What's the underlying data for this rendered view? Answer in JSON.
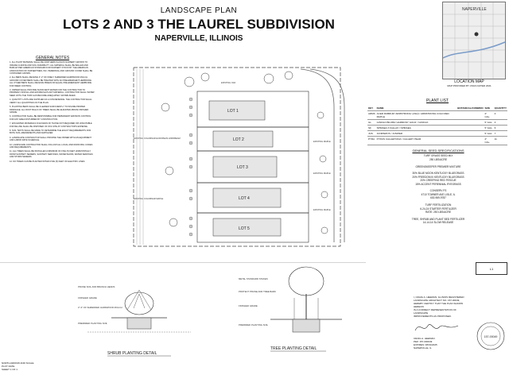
{
  "title": {
    "line1": "LANDSCAPE PLAN",
    "line2": "LOTS 2 AND 3  THE LAUREL SUBDIVISION",
    "line3": "NAPERVILLE, ILLINOIS"
  },
  "notes": {
    "heading": "GENERAL NOTES",
    "items": [
      "1. ALL PLANT MATERIAL SHALL BE NORTHERN ILLINOIS NURSERY GROWN TO INSURE CLIMATE AND SOIL DURABILITY. ALL MATERIAL SHALL BE BALLED AND BURLAP PER AMERICAN STANDARD FOR NURSERY STOCK BY THE AMERICAN ASSOCIATION OF NURSERYMEN, INC. PERENNIAL AND GROUND COVER SHALL BE CONTAINER GROWN.",
      "2. ALL BEDS SHALL RECEIVE 2\"-3\" OF FINELY SHREDDED HARDWOOD MULCH. GROUND COVER BEDS SHALL BE TREATED WITH AN PRE-EMERGENT HERBICIDE. ALL OTHER BEDS SHALL RECEIVE PREEN OR EQUAL PRE-EMERGENT HERBICIDE FOR WEED CONTROL.",
      "3. OWNER SHALL PROVIDE SUFFICIENT WATER FOR THE CONTRACTOR TO PROPERLY INSTALL AND ESTABLISH PLANT MATERIAL. CONTRACTOR SHALL WATER SEED UNTIL THE TURF HAS BECOME ADEQUATELY ESTABLISHED.",
      "4. QUANTITY LISTS ARE SUPPLIED AS A CONVENIENCE. THE CONTRACTOR SHALL VERIFY ALL QUANTITIES ON THE PLAN.",
      "5. PLANTING BEDS SHALL BE CLEARED SUFFICIENTLY TO INSURE PROPER DRAINAGE. ALL ROOT BALLS OF TREES SHALL BE ELEVATED ABOVE FINISHED GRADE.",
      "6. CONTRACTOR SHALL BE RESPONSIBLE FOR PERMANENT EROSION CONTROL FOR ANY AREA DISTURBED BY CONSTRUCTION.",
      "7. EXCAVATED MATERIALS IN EXCESS OF THOSE NOT REQUIRED OR UNSUITABLE FOR RE-USE SHALL BE DISPOSED OF OFF-SITE AT CONTRACTOR'S EXPENSE.",
      "8. SOIL TESTS SHALL BE MADE TO DETERMINE THE EXACT REQUIREMENTS FOR BOTH SOIL AMENDMENTS AND FERTILIZER.",
      "9. LANDSCAPE CONTRACTOR SHALL PROVIDE THE OWNER WITH AN EQUIPMENT AND LABOR RATE SCHEDULE.",
      "10. LANDSCAPE CONTRACTOR SHALL FOLLOW ALL LOCAL AND MUNICIPAL CODES AND REQUIREMENTS.",
      "11. ALL TREES SHALL BE INSTALLED A MINIMUM OF FIVE (5) FEET HORIZONTALLY FROM SANITARY SEWERS, SANITARY SERVICES, WATER MAINS, WATER SERVICES AND STORM SEWERS.",
      "12. NO TREES CAN BE PLANTED WITHIN FIVE (5) FEET OF ELECTRIC LINES."
    ]
  },
  "plan": {
    "lot_labels": [
      "LOT 1",
      "LOT 2",
      "LOT 3",
      "LOT 4",
      "LOT 5"
    ],
    "existing_labels": [
      "EXISTING COLUMNAR EUROPEAN HORNBEAM",
      "EXISTING COLUMNAR MAPLE",
      "EXISTING MAPLE",
      "EXISTING MAPLE",
      "EXISTING MAPLE",
      "EXISTING OAK"
    ]
  },
  "location_map": {
    "town_label": "NAPERVILLE",
    "caption": "LOCATION MAP",
    "subcaption": "MAP PROVIDED BY USGS DATED 2021"
  },
  "plant_list": {
    "heading": "PLANT LIST",
    "columns": [
      "KEY",
      "NAME",
      "BOTANICAL/COMMON",
      "SIZE",
      "QUANTITY"
    ],
    "rows": [
      [
        "ARMS",
        "ACER RUBRUM 'ARMSTRONG' (ASH) / ARMSTRONG COLD RED MAPLE",
        "",
        "2\" CAL.",
        "4"
      ],
      [
        "GL",
        "GINKGO BILOBA 'HARMONY GOLD' / GINKGO",
        "",
        "5' GAL.",
        "4"
      ],
      [
        "SF",
        "SPIRAEA X FALLAX / SPIRAEA",
        "",
        "5' GAL.",
        "6"
      ],
      [
        "JUN",
        "JUNIPERUS / JUNIPER",
        "",
        "5' GAL.",
        "7"
      ],
      [
        "PYRA",
        "PYRUS CALLERYANA / CALLERY PEAR",
        "",
        "2\" CAL.",
        "11"
      ]
    ]
  },
  "seed_spec": {
    "heading": "GENERAL SEED SPECIFICATIONS",
    "lines": [
      "TURF GRASS SEED MIX",
      "250 LBS/ACRE",
      "",
      "GREENSKEEPER PREMIER MIXTURE",
      "",
      "30%   BLUE MOON KENTUCKY BLUEGRASS",
      "20%   FREEDOM III KENTUCKY BLUEGRASS",
      "20%   CREEPING RED FESCUE",
      "15%   ACCENT PERENNIAL RYEGRASS",
      "",
      "CONSERV FS",
      "4710 TOWNER AVE LISLE, IL",
      "630-969-9787",
      "",
      "TURF FERTILIZATION",
      "6-24-24 STARTER FERTILIZER",
      "RATE: 250 LBS/ACRE",
      "",
      "TREE, SHRUB AND PLANT BED FERTILIZER",
      "14-14-14 SLOW RELEASE"
    ]
  },
  "details": {
    "shrub_caption": "SHRUB PLANTING DETAIL",
    "tree_caption": "TREE PLANTING DETAIL",
    "shrub_callouts": [
      "PRUNE SOIL AND BRANCH HEADS",
      "FINISHED GRADE",
      "2\"-3\" OF SHREDDED HARDWOOD MULCH",
      "PREPARED PLANTING SOIL"
    ],
    "tree_callouts": [
      "METAL STANDARD STAKES",
      "PROTECT PRUNE AND TREE BARK",
      "FINISHED GRADE",
      "PREPARED PLANTING SOIL"
    ]
  },
  "certification": {
    "lines": [
      "I, CRAIG A. HEEMAN, ILLINOIS REGISTERED",
      "LANDSCAPE ARCHITECT NO. 157-00049,",
      "HEREBY CERTIFY THAT THE PLAN SHOWN HEREON",
      "IS A CORRECT REPRESENTATION OF LANDSCAPE",
      "IMPROVEMENTS AS PROPOSED."
    ],
    "approval_lines": [
      "CRAIG A. HEEMAN",
      "PE#: 157-000049",
      "EXPIRES: 08/31/2025",
      "NAPERVILLE, IL"
    ],
    "seal_text": "157-00049",
    "sheet_label": "L1"
  },
  "footer": {
    "lines": [
      "NORTH ARROW AND SCALE",
      "PLOT DATE",
      "SHEET 1 OF 1"
    ]
  }
}
